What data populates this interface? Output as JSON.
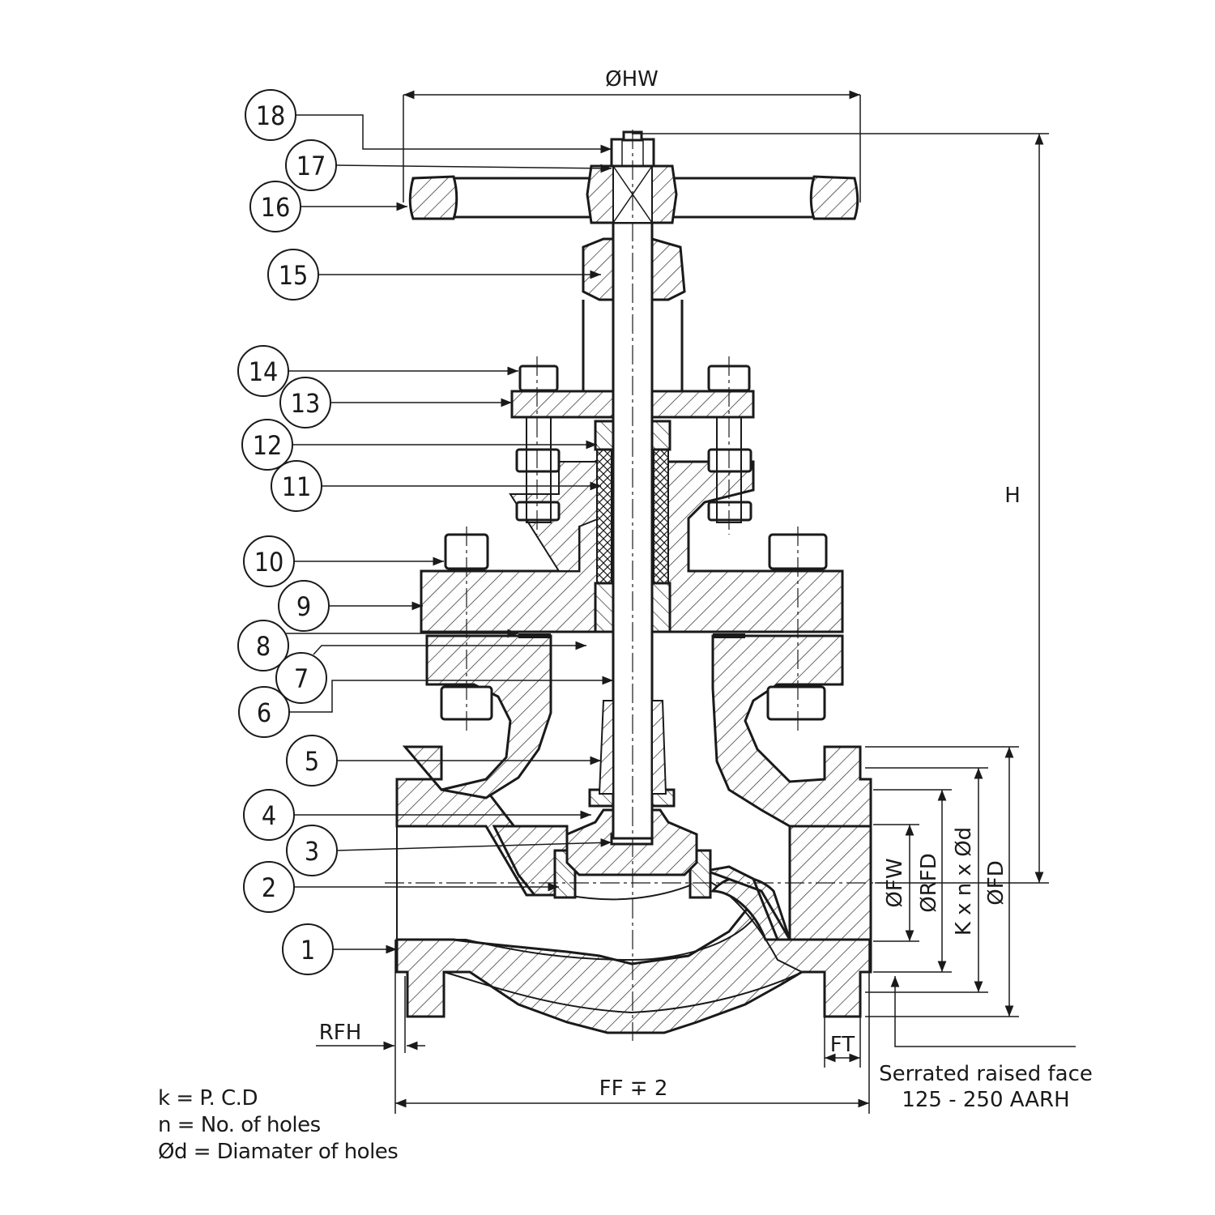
{
  "balloons": [
    {
      "number": "18"
    },
    {
      "number": "17"
    },
    {
      "number": "16"
    },
    {
      "number": "15"
    },
    {
      "number": "14"
    },
    {
      "number": "13"
    },
    {
      "number": "12"
    },
    {
      "number": "11"
    },
    {
      "number": "10"
    },
    {
      "number": "9"
    },
    {
      "number": "8"
    },
    {
      "number": "7"
    },
    {
      "number": "6"
    },
    {
      "number": "5"
    },
    {
      "number": "4"
    },
    {
      "number": "3"
    },
    {
      "number": "2"
    },
    {
      "number": "1"
    }
  ],
  "dimensions": {
    "handwheel_dia": "ØHW",
    "height": "H",
    "flow_dia": "ØFW",
    "raised_face_dia": "ØRFD",
    "bolt_pattern": "K x n x Ød",
    "flange_dia": "ØFD",
    "raised_face_height": "RFH",
    "flange_thickness": "FT",
    "face_to_face": "FF ∓ 2"
  },
  "face_note": {
    "line1": "Serrated raised face",
    "line2": "125 - 250 AARH"
  },
  "legend": [
    "k = P. C.D",
    "n = No. of holes",
    "Ød = Diamater of holes"
  ]
}
